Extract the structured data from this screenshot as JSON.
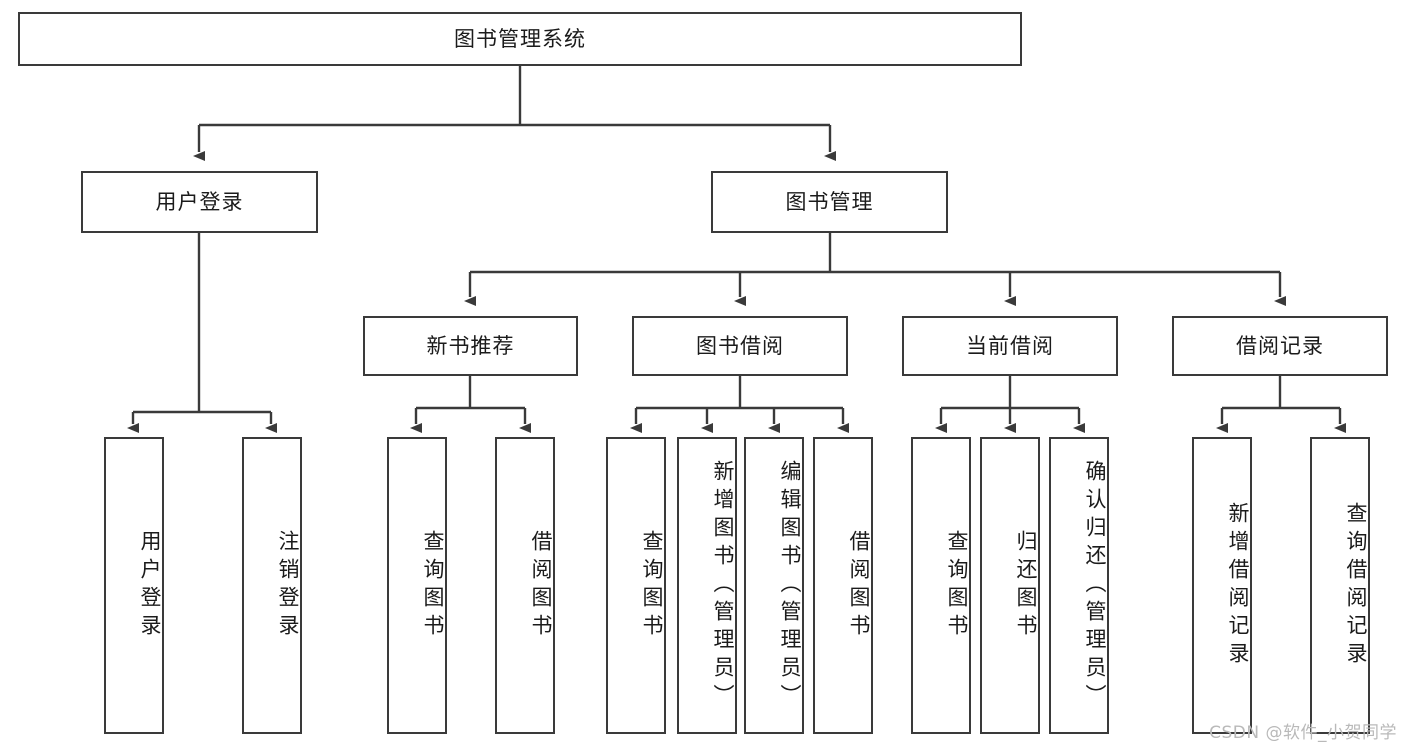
{
  "diagram": {
    "title": "图书管理系统",
    "watermark": "CSDN @软件_小贺同学",
    "root": {
      "label": "图书管理系统"
    },
    "level2": [
      {
        "label": "用户登录"
      },
      {
        "label": "图书管理"
      }
    ],
    "level3": [
      {
        "label": "新书推荐"
      },
      {
        "label": "图书借阅"
      },
      {
        "label": "当前借阅"
      },
      {
        "label": "借阅记录"
      }
    ],
    "leaves": {
      "user_login": [
        {
          "label": "用户登录"
        },
        {
          "label": "注销登录"
        }
      ],
      "new_book_recommend": [
        {
          "label": "查询图书"
        },
        {
          "label": "借阅图书"
        }
      ],
      "book_borrow": [
        {
          "label": "查询图书"
        },
        {
          "label": "新增图书（管理员）"
        },
        {
          "label": "编辑图书（管理员）"
        },
        {
          "label": "借阅图书"
        }
      ],
      "current_borrow": [
        {
          "label": "查询图书"
        },
        {
          "label": "归还图书"
        },
        {
          "label": "确认归还（管理员）"
        }
      ],
      "borrow_record": [
        {
          "label": "新增借阅记录"
        },
        {
          "label": "查询借阅记录"
        }
      ]
    },
    "colors": {
      "stroke": "#3a3a3a",
      "text": "#1b1b1b",
      "background": "#ffffff",
      "watermark": "#b9b9b9"
    }
  }
}
